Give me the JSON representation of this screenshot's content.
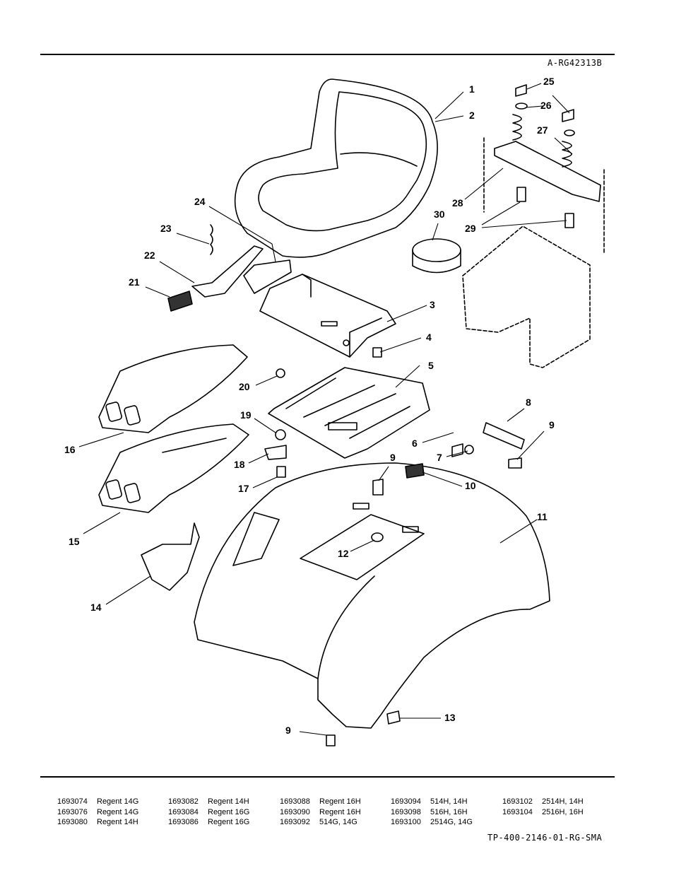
{
  "header": {
    "figure_code": "A-RG42313B"
  },
  "footer": {
    "doc_code": "TP-400-2146-01-RG-SMA"
  },
  "callouts": [
    "1",
    "2",
    "3",
    "4",
    "5",
    "6",
    "7",
    "8",
    "9",
    "9",
    "9",
    "10",
    "11",
    "12",
    "13",
    "14",
    "15",
    "16",
    "17",
    "18",
    "19",
    "20",
    "21",
    "22",
    "23",
    "24",
    "25",
    "26",
    "27",
    "28",
    "29",
    "30"
  ],
  "models": [
    [
      {
        "num": "1693074",
        "name": "Regent 14G"
      },
      {
        "num": "1693076",
        "name": "Regent 14G"
      },
      {
        "num": "1693080",
        "name": "Regent 14H"
      }
    ],
    [
      {
        "num": "1693082",
        "name": "Regent 14H"
      },
      {
        "num": "1693084",
        "name": "Regent 16G"
      },
      {
        "num": "1693086",
        "name": "Regent 16G"
      }
    ],
    [
      {
        "num": "1693088",
        "name": "Regent 16H"
      },
      {
        "num": "1693090",
        "name": "Regent 16H"
      },
      {
        "num": "1693092",
        "name": "514G, 14G"
      }
    ],
    [
      {
        "num": "1693094",
        "name": "514H, 14H"
      },
      {
        "num": "1693098",
        "name": "516H, 16H"
      },
      {
        "num": "1693100",
        "name": "2514G, 14G"
      }
    ],
    [
      {
        "num": "1693102",
        "name": "2514H, 14H"
      },
      {
        "num": "1693104",
        "name": "2516H, 16H"
      }
    ]
  ]
}
